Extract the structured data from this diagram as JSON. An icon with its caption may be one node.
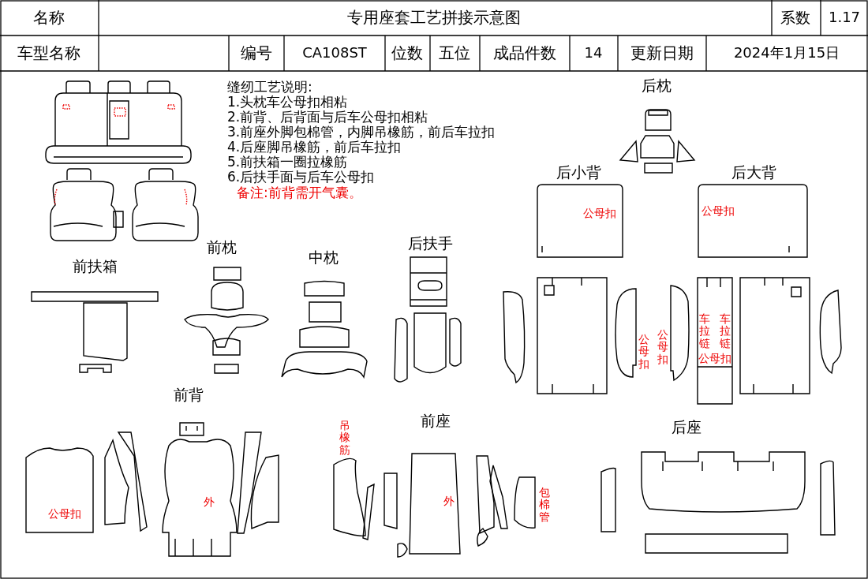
{
  "diagram": {
    "title": "专用座套工艺拼接示意图",
    "labels": [
      "名称",
      "系数",
      "1.17",
      "车型名称",
      "编号",
      "CA108ST",
      "位数",
      "五位",
      "成品件数",
      "14",
      "更新日期",
      "2024年1月15日",
      "缝纫工艺说明:",
      "1.头枕车公母扣相粘",
      "2.前背、后背面与后车公母扣相粘",
      "3.前座外脚包棉管，内脚吊橡筋，前后车拉扣",
      "4.后座脚吊橡筋，前后车拉扣",
      "5.前扶箱一圈拉橡筋",
      "6.后扶手面与后车公母扣",
      "备注:前背需开气囊。",
      "后枕",
      "后小背",
      "后大背",
      "公母扣",
      "公母扣",
      "前枕",
      "后扶手",
      "中枕",
      "前扶箱",
      "公母扣",
      "公母扣",
      "车拉链",
      "车拉链",
      "公母扣",
      "前背",
      "前座",
      "后座",
      "吊橡筋",
      "公母扣",
      "外",
      "外",
      "包棉管"
    ]
  }
}
